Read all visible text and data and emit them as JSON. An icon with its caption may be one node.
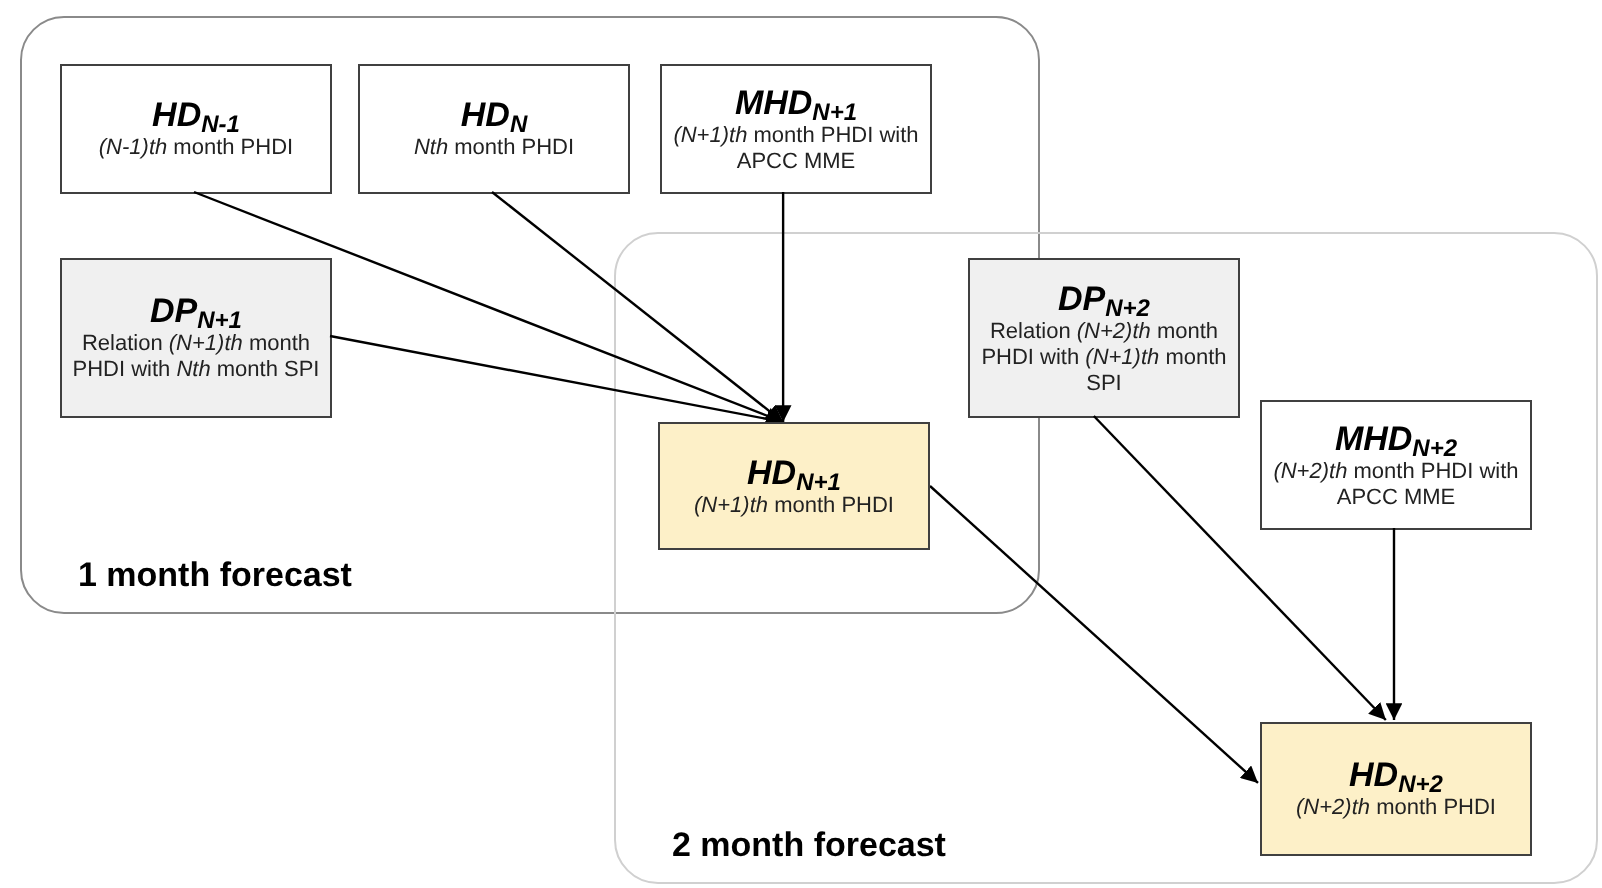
{
  "diagram": {
    "nodes": [
      {
        "text": [
          "1 month forecast"
        ]
      },
      {
        "text": [
          "2 month forecast"
        ]
      },
      {
        "text": [
          "HD$_{N-1}$",
          "*(N-1)th* month PHDI"
        ],
        "in": 0
      },
      {
        "text": [
          "HD$_{N}$",
          "*Nth* month PHDI"
        ],
        "in": 0
      },
      {
        "text": [
          "MHD$_{N+1}$",
          "*(N+1)th* month PHDI with APCC MME"
        ],
        "in": 0
      },
      {
        "text": [
          "DP$_{N+1}$",
          "Relation *(N+1)th* month PHDI with *Nth* month SPI"
        ],
        "in": 0
      },
      {
        "text": [
          "HD$_{N+1}$",
          "*(N+1)th* month PHDI"
        ]
      },
      {
        "text": [
          "DP$_{N+2}$",
          "Relation *(N+2)th* month PHDI with *(N+1)th* month SPI"
        ],
        "in": 1
      },
      {
        "text": [
          "MHD$_{N+2}$",
          "*(N+2)th* month PHDI with APCC MME"
        ],
        "in": 1
      },
      {
        "text": [
          "HD$_{N+2}$",
          "*(N+2)th* month PHDI"
        ],
        "in": 1
      }
    ],
    "edges": [
      {
        "from": 2,
        "to": 6,
        "arrow": "to"
      },
      {
        "from": 3,
        "to": 6,
        "arrow": "to"
      },
      {
        "from": 4,
        "to": 6,
        "arrow": "to"
      },
      {
        "from": 5,
        "to": 6,
        "arrow": "to"
      },
      {
        "from": 6,
        "to": 9,
        "arrow": "to"
      },
      {
        "from": 7,
        "to": 9,
        "arrow": "to"
      },
      {
        "from": 8,
        "to": 9,
        "arrow": "to"
      }
    ]
  }
}
